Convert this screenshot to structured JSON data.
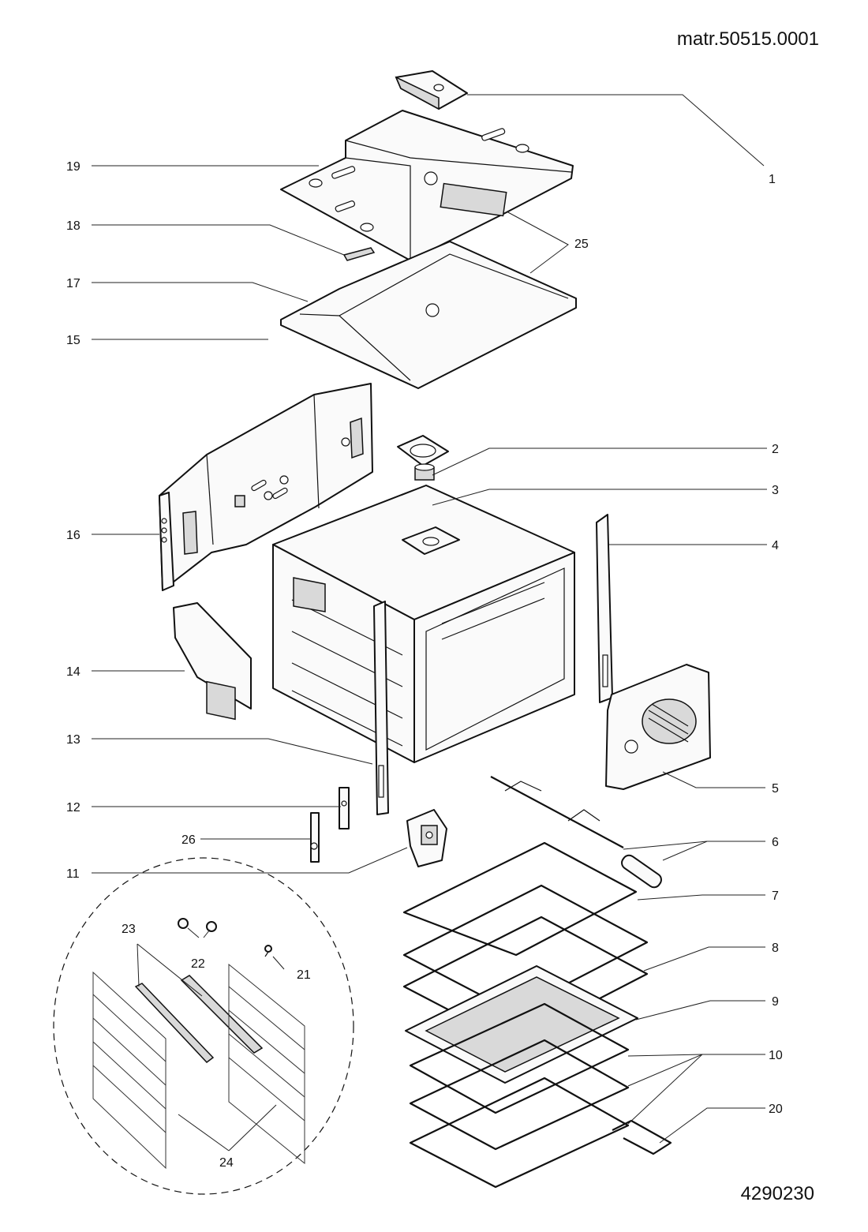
{
  "header": {
    "material_code": "matr.50515.0001"
  },
  "footer": {
    "drawing_number": "4290230"
  },
  "callouts": [
    {
      "id": "c1",
      "label": "1"
    },
    {
      "id": "c2",
      "label": "2"
    },
    {
      "id": "c3",
      "label": "3"
    },
    {
      "id": "c4",
      "label": "4"
    },
    {
      "id": "c5",
      "label": "5"
    },
    {
      "id": "c6",
      "label": "6"
    },
    {
      "id": "c7",
      "label": "7"
    },
    {
      "id": "c8",
      "label": "8"
    },
    {
      "id": "c9",
      "label": "9"
    },
    {
      "id": "c10",
      "label": "10"
    },
    {
      "id": "c11",
      "label": "11"
    },
    {
      "id": "c12",
      "label": "12"
    },
    {
      "id": "c13",
      "label": "13"
    },
    {
      "id": "c14",
      "label": "14"
    },
    {
      "id": "c15",
      "label": "15"
    },
    {
      "id": "c16",
      "label": "16"
    },
    {
      "id": "c17",
      "label": "17"
    },
    {
      "id": "c18",
      "label": "18"
    },
    {
      "id": "c19",
      "label": "19"
    },
    {
      "id": "c20",
      "label": "20"
    },
    {
      "id": "c21",
      "label": "21"
    },
    {
      "id": "c22",
      "label": "22"
    },
    {
      "id": "c23",
      "label": "23"
    },
    {
      "id": "c24",
      "label": "24"
    },
    {
      "id": "c25",
      "label": "25"
    },
    {
      "id": "c26",
      "label": "26"
    }
  ]
}
